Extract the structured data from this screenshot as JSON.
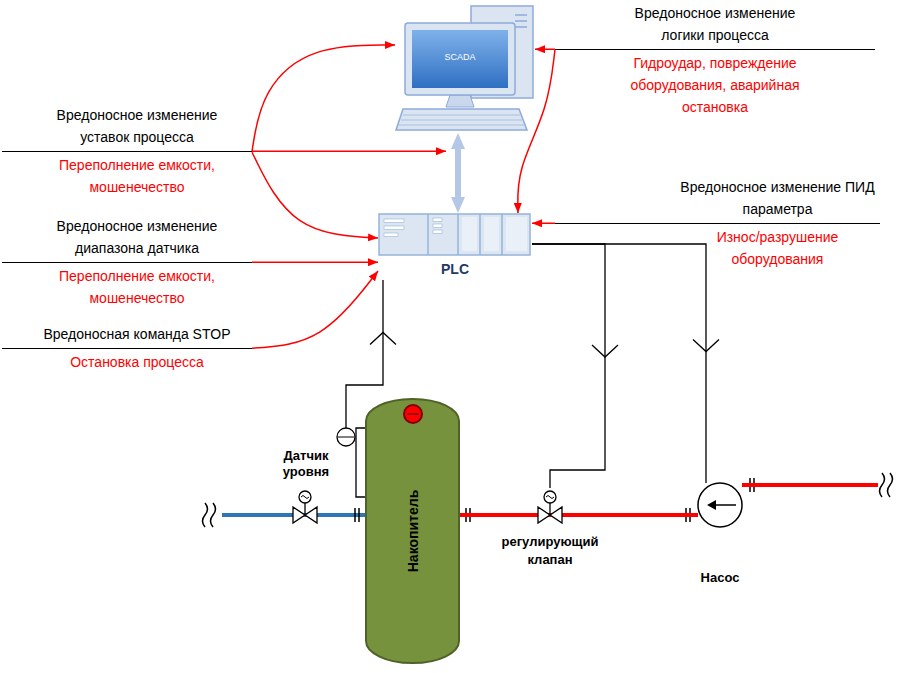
{
  "diagram": {
    "nodes": [
      {
        "text": [
          "SCADA"
        ]
      },
      {
        "text": [
          "Вредоносное изменение логики процесса",
          "Гидроудар, повреждение оборудования, аварийная остановка"
        ]
      },
      {
        "text": [
          "Вредоносное изменение уставок процесса",
          "Переполнение емкости, мошенечество"
        ]
      },
      {
        "text": [
          "PLC"
        ]
      },
      {
        "text": [
          "Вредоносное изменение диапазона датчика",
          "Переполнение емкости, мошенечество"
        ]
      },
      {
        "text": [
          "Вредоносное изменение ПИД параметра",
          "Износ/разрушение оборудования"
        ]
      },
      {
        "text": [
          "Вредоносная команда STOP",
          "Остановка процесса"
        ]
      },
      {
        "text": [
          "Датчик уровня"
        ]
      },
      {
        "text": [
          "Накопитель"
        ]
      },
      {
        "text": [
          "регулирующий клапан"
        ]
      },
      {
        "text": [
          "Насос"
        ]
      }
    ],
    "edges": [
      {
        "from": 0,
        "to": 3,
        "arrow": "both"
      },
      {
        "from": 1,
        "to": 0,
        "arrow": "to"
      },
      {
        "from": 1,
        "to": 3,
        "arrow": "to"
      },
      {
        "from": 2,
        "to": 0,
        "arrow": "to"
      },
      {
        "from": 2,
        "to": 3,
        "arrow": "to"
      },
      {
        "from": 4,
        "to": 3,
        "arrow": "to"
      },
      {
        "from": 5,
        "to": 3,
        "arrow": "to"
      },
      {
        "from": 6,
        "to": 3,
        "arrow": "to"
      },
      {
        "from": 7,
        "to": 3,
        "arrow": "to"
      },
      {
        "from": 3,
        "to": 9,
        "arrow": "to"
      },
      {
        "from": 3,
        "to": 10,
        "arrow": "to"
      },
      {
        "from": 10,
        "to": 9,
        "arrow": "none"
      },
      {
        "from": 9,
        "to": 8,
        "arrow": "none"
      }
    ]
  }
}
